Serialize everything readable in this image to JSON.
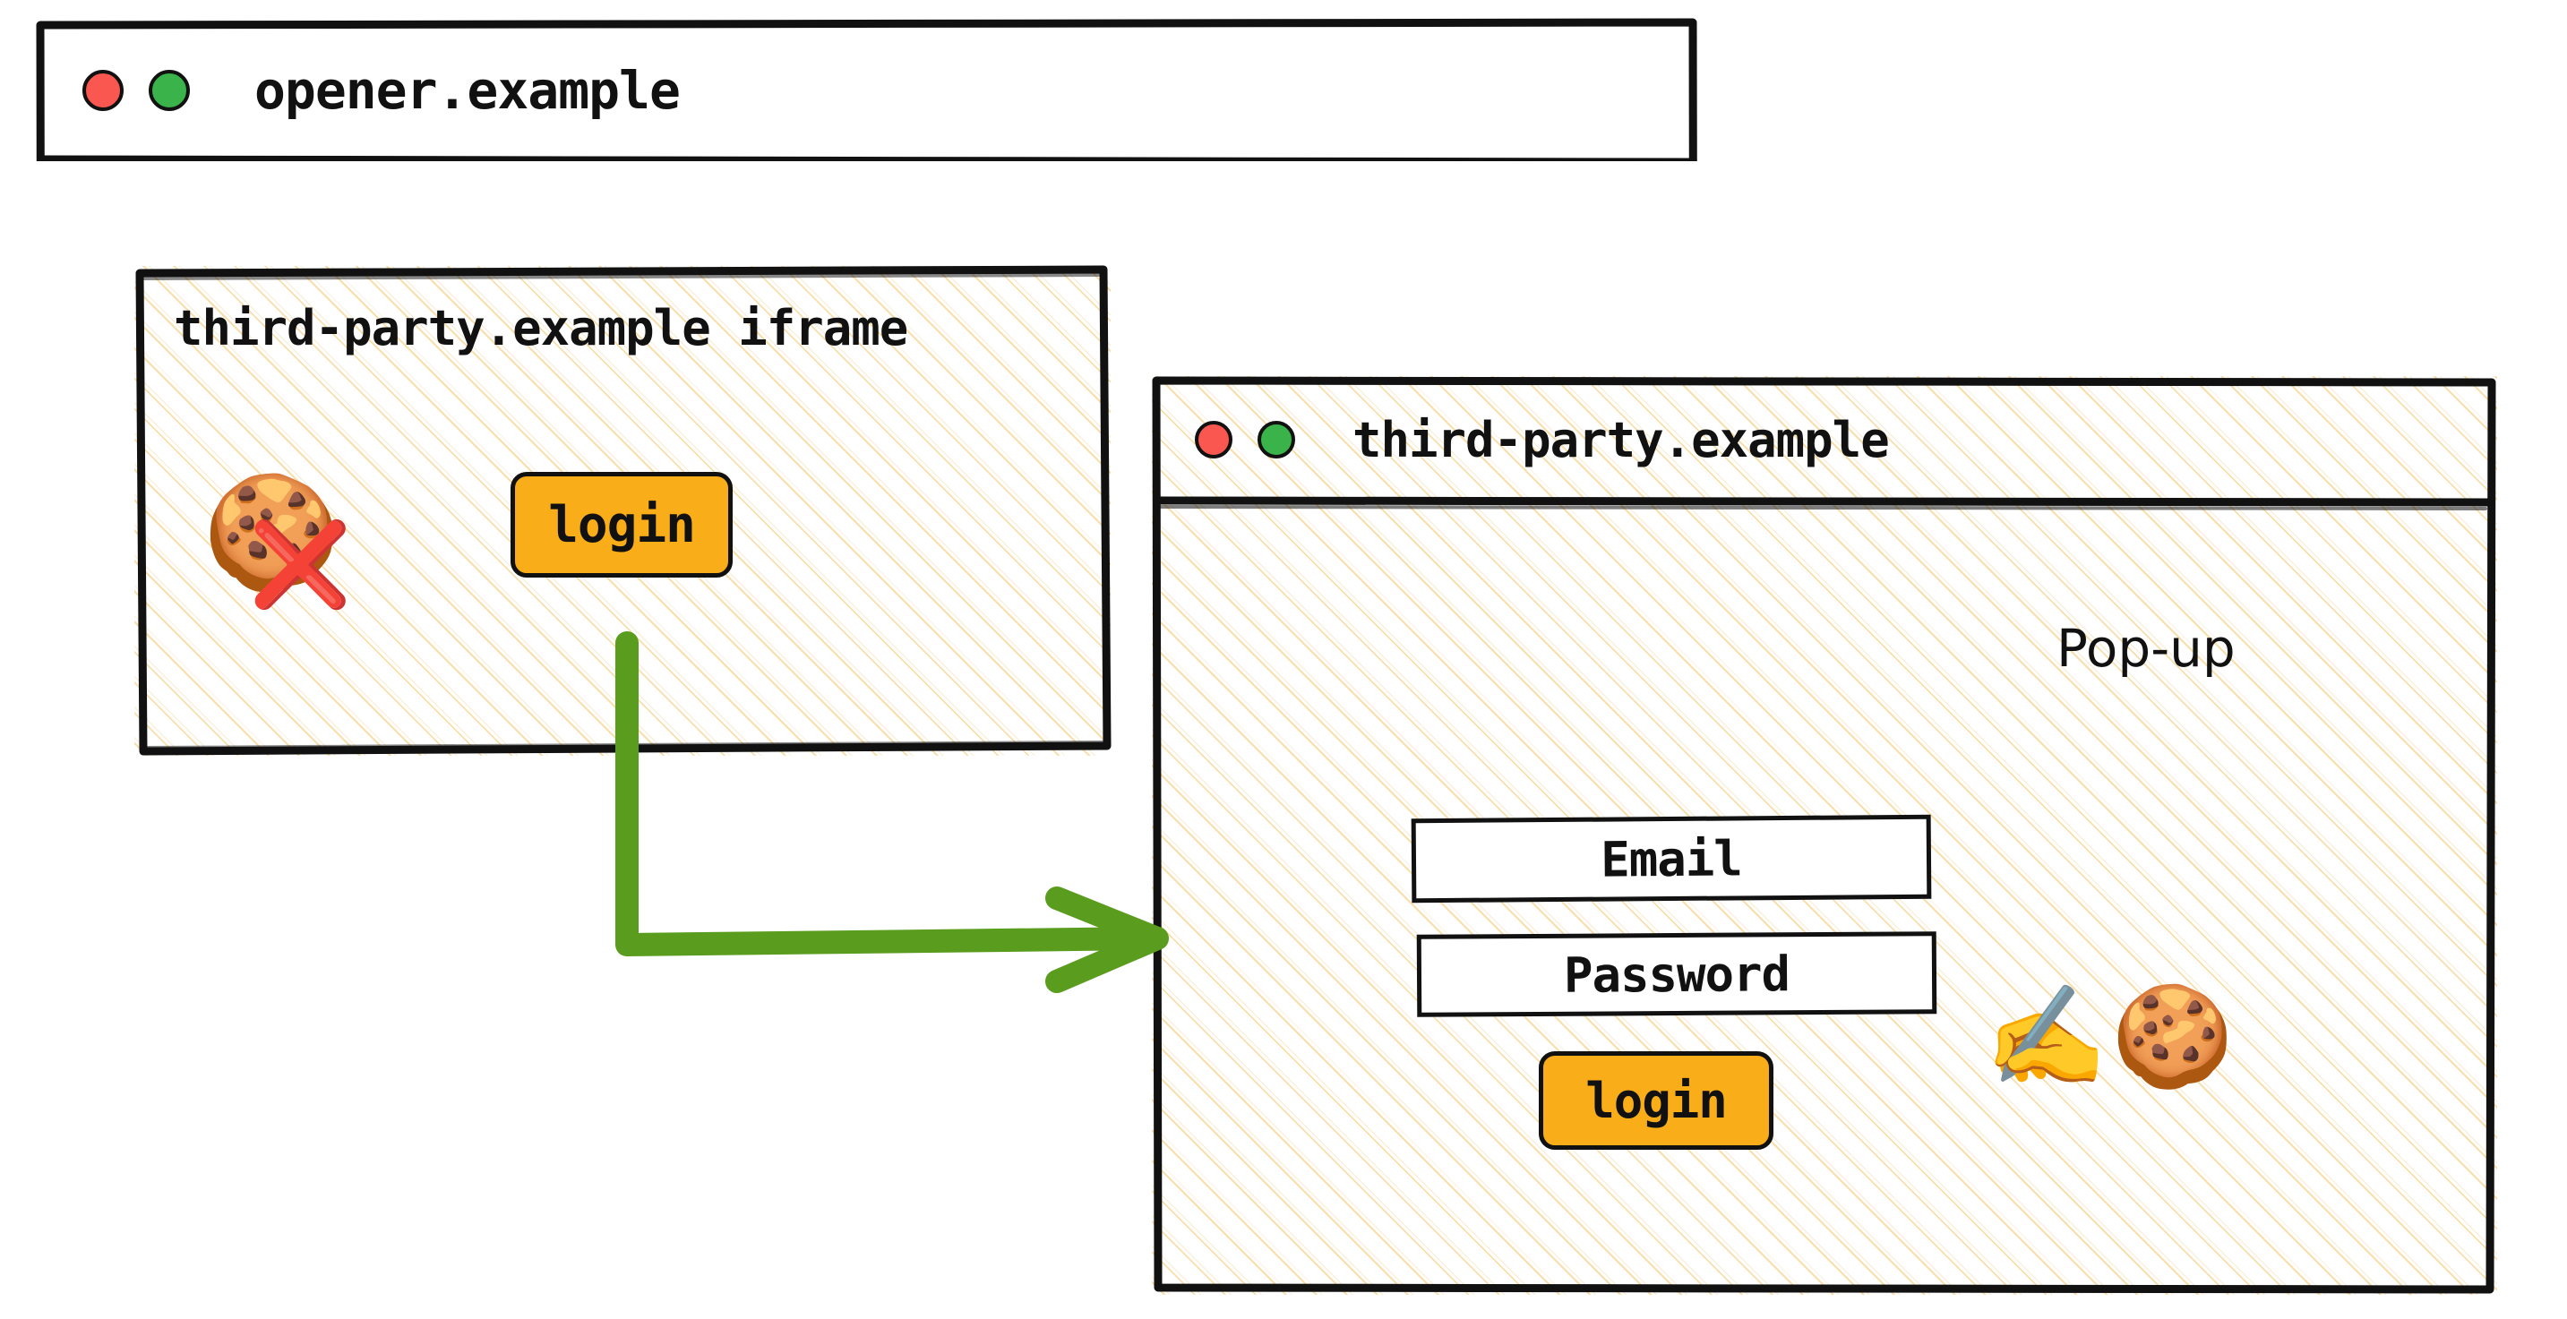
{
  "opener_window": {
    "title": "opener.example",
    "traffic_lights": [
      {
        "name": "close",
        "color": "#f9574f"
      },
      {
        "name": "maximize",
        "color": "#3ab34a"
      }
    ],
    "iframe": {
      "title": "third-party.example iframe",
      "cookie_icon": "cookie-icon",
      "cookie_glyph": "🍪",
      "blocked_glyph": "❌",
      "login_button": "login"
    }
  },
  "popup_window": {
    "title": "third-party.example",
    "label": "Pop-up",
    "traffic_lights": [
      {
        "name": "close",
        "color": "#f9574f"
      },
      {
        "name": "maximize",
        "color": "#3ab34a"
      }
    ],
    "form": {
      "email_value": "Email",
      "email_placeholder": "Email",
      "password_value": "Password",
      "password_placeholder": "Password",
      "login_button": "login"
    },
    "signing_hand_glyph": "✍️",
    "cookie_glyph": "🍪"
  },
  "arrow": {
    "name": "opens-popup-arrow",
    "color": "#5a9c1e"
  },
  "colors": {
    "button_amber": "#f9ad18",
    "ink": "#111111",
    "hatch": "#f3c468",
    "green": "#5a9c1e",
    "red_dot": "#f9574f",
    "green_dot": "#3ab34a"
  }
}
